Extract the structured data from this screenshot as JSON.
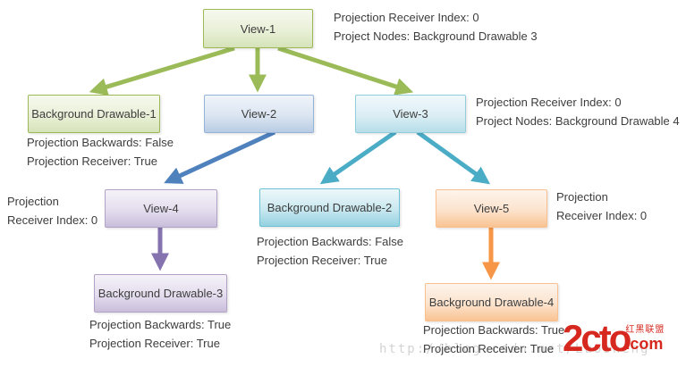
{
  "diagram": {
    "nodes": {
      "view1": "View-1",
      "view2": "View-2",
      "view3": "View-3",
      "view4": "View-4",
      "view5": "View-5",
      "bd1": "Background Drawable-1",
      "bd2": "Background Drawable-2",
      "bd3": "Background Drawable-3",
      "bd4": "Background Drawable-4"
    },
    "annotations": {
      "view1": {
        "line1": "Projection Receiver Index: 0",
        "line2": "Project Nodes: Background Drawable 3"
      },
      "view3": {
        "line1": "Projection Receiver Index: 0",
        "line2": "Project Nodes: Background Drawable 4"
      },
      "bd1": {
        "line1": "Projection Backwards: False",
        "line2": "Projection Receiver: True"
      },
      "bd2": {
        "line1": "Projection Backwards: False",
        "line2": "Projection Receiver: True"
      },
      "bd3": {
        "line1": "Projection Backwards: True",
        "line2": "Projection Receiver: True"
      },
      "bd4": {
        "line1": "Projection Backwards: True",
        "line2": "Projection Receiver: True"
      },
      "view4": {
        "line1": "Projection",
        "line2": "Receiver Index: 0"
      },
      "view5": {
        "line1": "Projection",
        "line2": "Receiver Index: 0"
      }
    },
    "arrow_colors": {
      "green": "#9bbb59",
      "blue": "#4f81bd",
      "cyan": "#4bacc6",
      "purple": "#8573af",
      "orange": "#f79646"
    }
  },
  "watermark": {
    "url_text": "http://blog.csdn.net/Luosheng",
    "logo_main": "2cto",
    "logo_suffix": ".com",
    "logo_cn": "红黑联盟",
    "logo_color": "#d6281e"
  }
}
